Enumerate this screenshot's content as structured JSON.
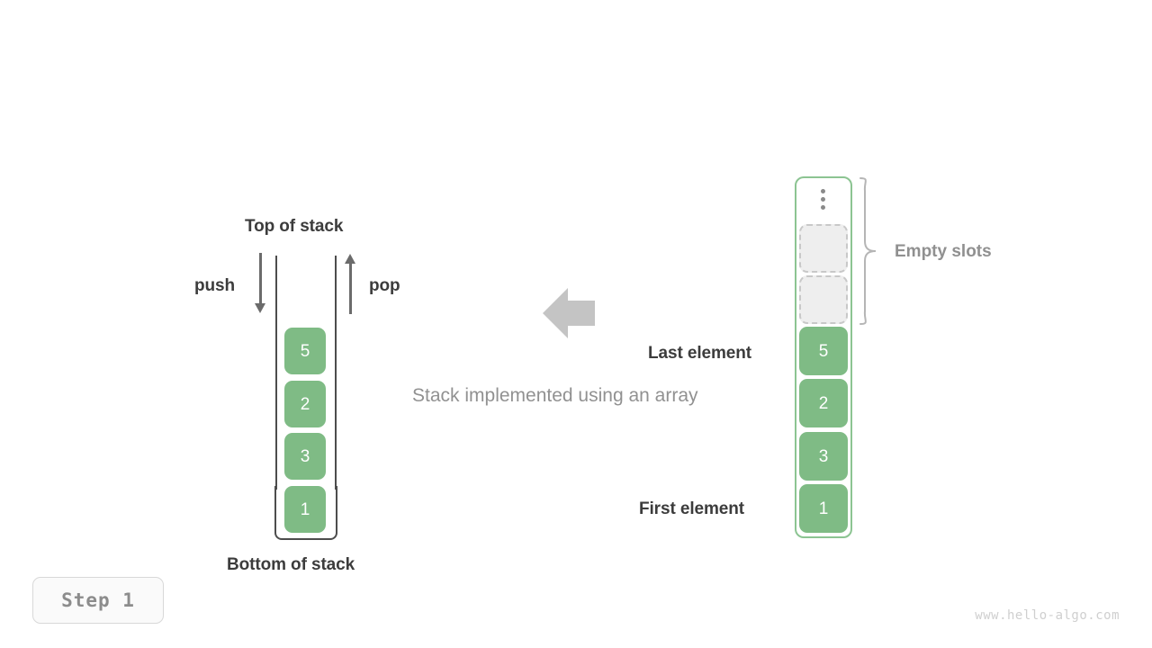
{
  "diagram": {
    "caption": "Stack implemented using an array",
    "step_badge": "Step  1",
    "watermark": "www.hello-algo.com",
    "accent_green": "#7fbb85",
    "border_green": "#8cc492",
    "gray_dark": "#3c3c3c",
    "gray_mid": "#6b6b6b",
    "gray_light": "#c8c8c8"
  },
  "left_stack": {
    "top_label": "Top of stack",
    "bottom_label": "Bottom of stack",
    "push_label": "push",
    "pop_label": "pop",
    "cells": [
      {
        "value": "5"
      },
      {
        "value": "2"
      },
      {
        "value": "3"
      },
      {
        "value": "1"
      }
    ]
  },
  "right_array": {
    "empty_slots_label": "Empty slots",
    "last_element_label": "Last element",
    "first_element_label": "First element",
    "ellipsis": "vertical-ellipsis",
    "empty_slot_count": 2,
    "cells": [
      {
        "value": "5"
      },
      {
        "value": "2"
      },
      {
        "value": "3"
      },
      {
        "value": "1"
      }
    ]
  }
}
